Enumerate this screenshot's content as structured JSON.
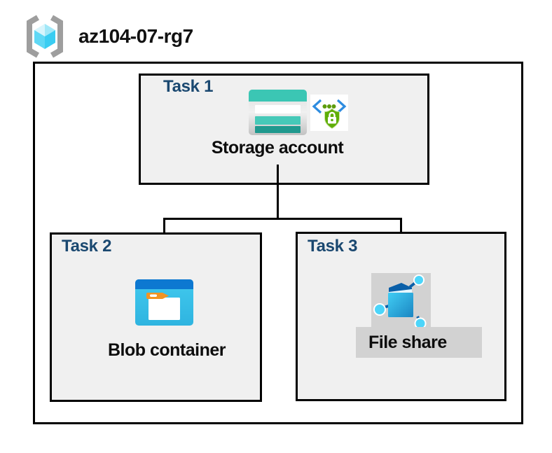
{
  "header": {
    "title": "az104-07-rg7",
    "icon": "resource-group-icon"
  },
  "tasks": [
    {
      "label": "Task 1",
      "caption": "Storage account",
      "icons": [
        "storage-account-icon",
        "sas-security-icon"
      ]
    },
    {
      "label": "Task 2",
      "caption": "Blob container",
      "icons": [
        "blob-container-icon"
      ]
    },
    {
      "label": "Task 3",
      "caption": "File share",
      "icons": [
        "file-share-icon"
      ]
    }
  ],
  "connectors": [
    {
      "from": "storage-account",
      "to": "blob-container"
    },
    {
      "from": "storage-account",
      "to": "file-share"
    }
  ],
  "colors": {
    "task_label": "#1a4870",
    "box_fill": "#f0f0f0",
    "box_border": "#000000",
    "background": "#ffffff",
    "highlight_fill": "#d2d2d2",
    "storage_teal": "#3bc6b4",
    "storage_teal_dark": "#20998e",
    "blob_band_blue": "#0d78d1",
    "blob_body_cyan": "#35c3ea",
    "folder_tab_orange": "#f29422",
    "fileshare_blue_dark": "#0a5fa8",
    "fileshare_node_cyan": "#4cd5fa",
    "sas_bracket_blue": "#2e8ce0",
    "sas_shield_green": "#5fae08",
    "rg_bracket_gray": "#9e9e9e",
    "rg_cube_cyan": "#3acdf2"
  }
}
